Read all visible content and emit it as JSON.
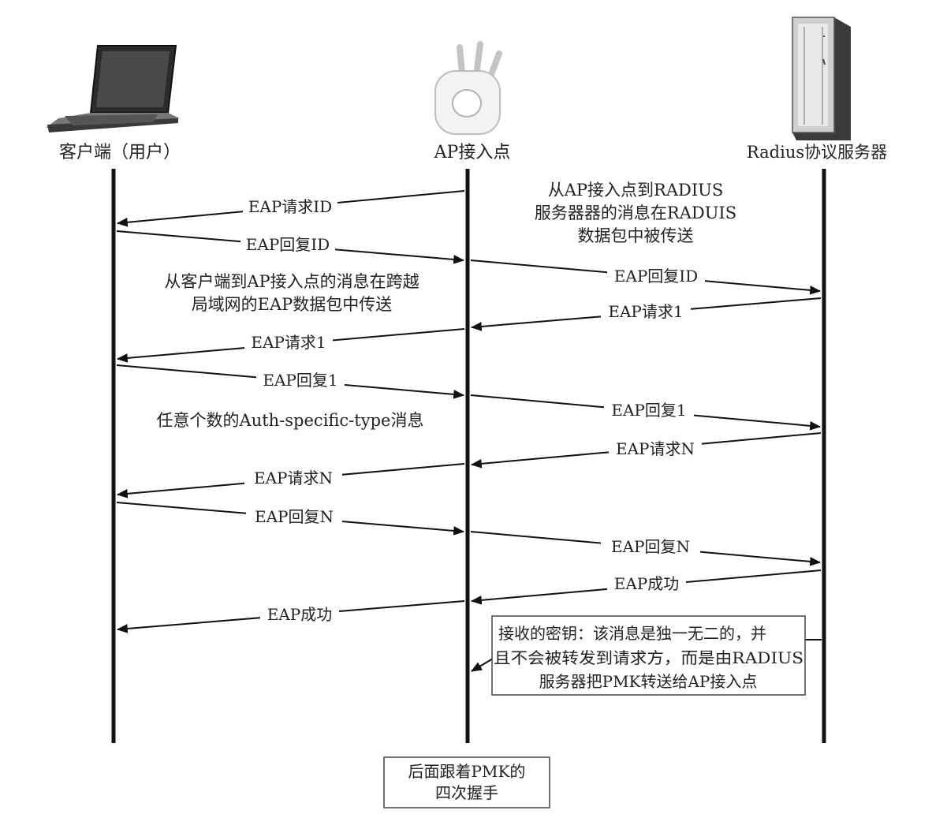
{
  "actors": {
    "client": "客户端（用户）",
    "ap": "AP接入点",
    "server": "Radius协议服务器"
  },
  "notes": {
    "ap_to_radius": [
      "从AP接入点到RADIUS",
      "服务器器的消息在RADUIS",
      "数据包中被传送"
    ],
    "client_to_ap": [
      "从客户端到AP接入点的消息在跨越",
      "局域网的EAP数据包中传送"
    ],
    "auth_types": "任意个数的Auth-specific-type消息",
    "key_box": [
      "接收的密钥：该消息是独一无二的，并",
      "且不会被转发到请求方，而是由RADIUS",
      "服务器把PMK转送给AP接入点"
    ],
    "footer_box": [
      "后面跟着PMK的",
      "四次握手"
    ]
  },
  "messages": {
    "m1": "EAP请求ID",
    "m2": "EAP回复ID",
    "m3": "EAP回复ID",
    "m4": "EAP请求1",
    "m5": "EAP请求1",
    "m6": "EAP回复1",
    "m7": "EAP回复1",
    "m8": "EAP请求N",
    "m9": "EAP请求N",
    "m10": "EAP回复N",
    "m11": "EAP回复N",
    "m12": "EAP成功",
    "m13": "EAP成功"
  },
  "icons": {
    "client": "laptop-icon",
    "ap": "wireless-access-point-icon",
    "server": "server-tower-icon"
  },
  "colors": {
    "line": "#111111",
    "text": "#222222",
    "box_border": "#444444"
  }
}
